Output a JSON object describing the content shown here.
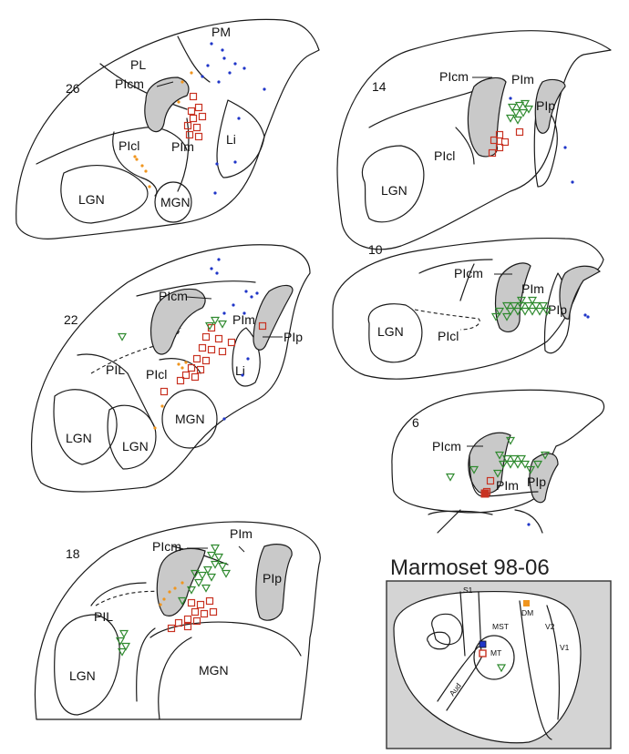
{
  "title": "Marmoset 98-06",
  "colors": {
    "red_square": "#c83222",
    "green_triangle": "#2f8a2f",
    "blue_dot": "#1f35c8",
    "orange_dot": "#f0951e",
    "shaded_region": "#c9c9c9",
    "inset_background": "#d4d4d4"
  },
  "sections": [
    {
      "id": "s26",
      "number": "26",
      "labels": {
        "PM": "PM",
        "PL": "PL",
        "PIcm": "PIcm",
        "PIcl": "PIcl",
        "PIm": "PIm",
        "Li": "Li",
        "LGN": "LGN",
        "MGN": "MGN"
      }
    },
    {
      "id": "s14",
      "number": "14",
      "labels": {
        "PIcm": "PIcm",
        "PIm": "PIm",
        "PIp": "PIp",
        "PIcl": "PIcl",
        "LGN": "LGN"
      }
    },
    {
      "id": "s22",
      "number": "22",
      "labels": {
        "PIcm": "PIcm",
        "PIm": "PIm",
        "PIp": "PIp",
        "PIcl": "PIcl",
        "PIL": "PIL",
        "Li": "Li",
        "MGN": "MGN",
        "LGN1": "LGN",
        "LGN2": "LGN"
      }
    },
    {
      "id": "s10",
      "number": "10",
      "labels": {
        "PIcm": "PIcm",
        "PIm": "PIm",
        "PIp": "PIp",
        "PIcl": "PIcl",
        "LGN": "LGN"
      }
    },
    {
      "id": "s6",
      "number": "6",
      "labels": {
        "PIcm": "PIcm",
        "PIm": "PIm",
        "PIp": "PIp"
      }
    },
    {
      "id": "s18",
      "number": "18",
      "labels": {
        "PIcm": "PIcm",
        "PIm": "PIm",
        "PIp": "PIp",
        "PIL": "PIL",
        "LGN": "LGN",
        "MGN": "MGN"
      }
    }
  ],
  "inset": {
    "labels": {
      "S1": "S1",
      "DM": "DM",
      "MST": "MST",
      "V2": "V2",
      "V1": "V1",
      "MT": "MT",
      "Aud": "Aud"
    }
  }
}
